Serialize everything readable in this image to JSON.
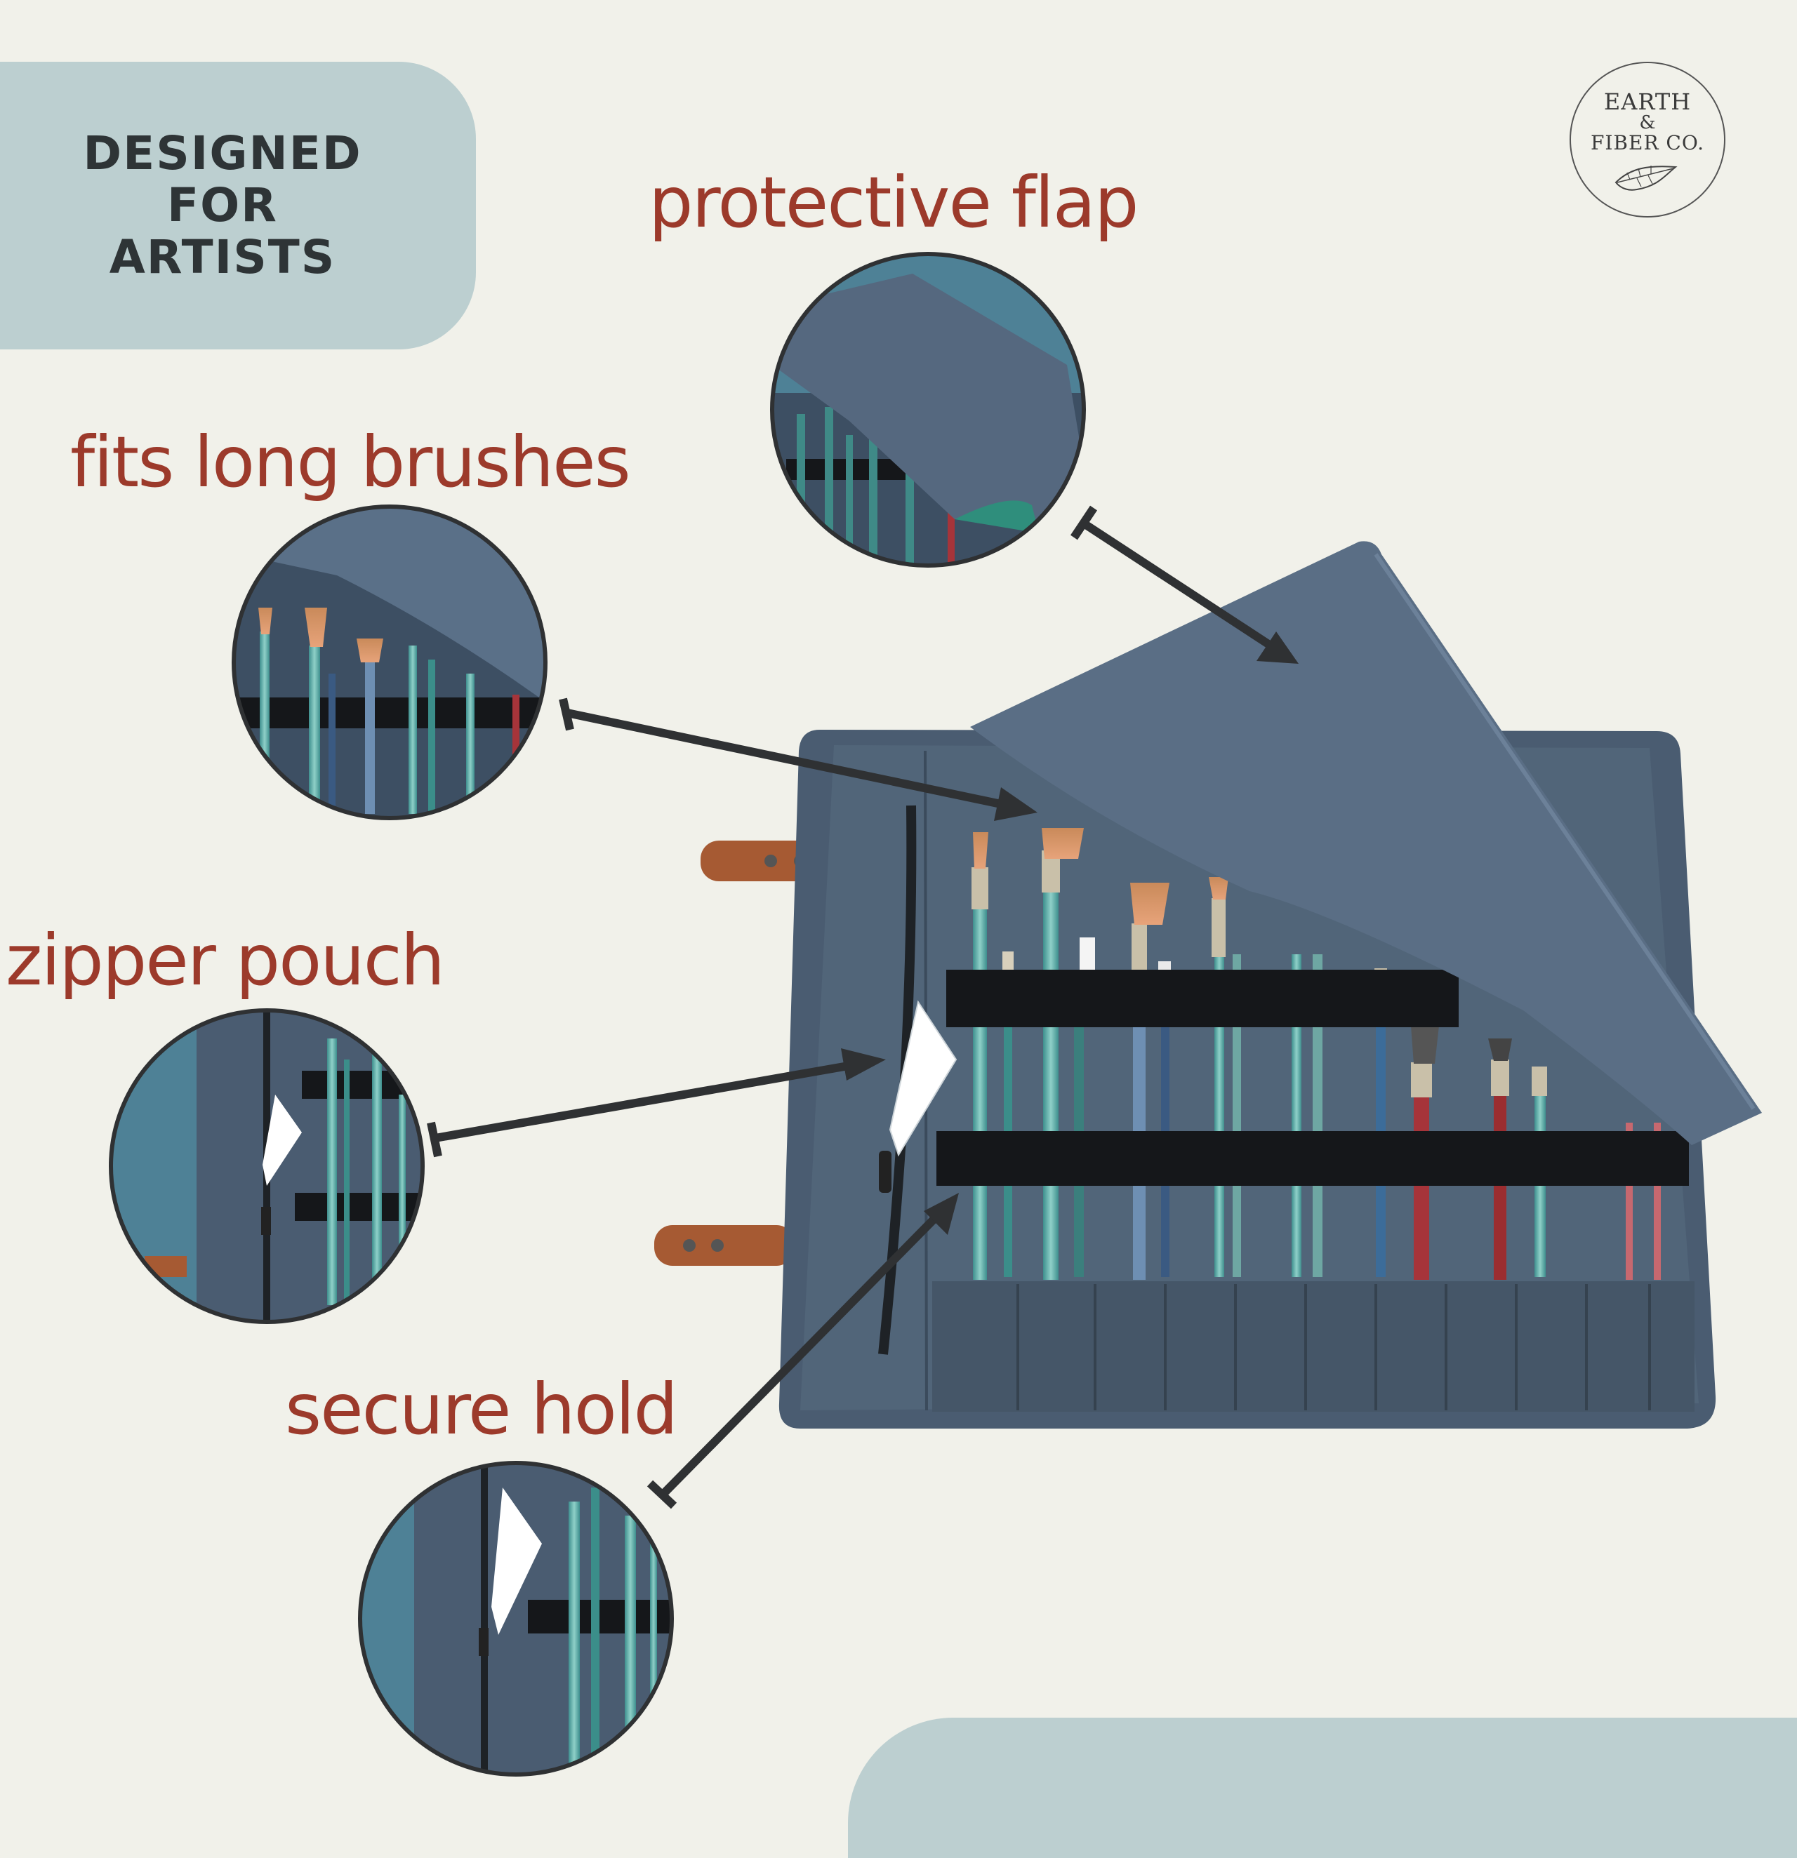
{
  "banner": {
    "line1": "DESIGNED",
    "line2": "FOR",
    "line3": "ARTISTS"
  },
  "logo": {
    "line1": "EARTH",
    "amp": "&",
    "line2": "FIBER CO."
  },
  "callouts": {
    "flap": "protective flap",
    "long": "fits long brushes",
    "zipper": "zipper pouch",
    "hold": "secure hold"
  },
  "colors": {
    "background": "#f1f1ea",
    "panel": "#bccfd0",
    "callout_text": "#9c3a2b",
    "canvas_navy": "#4a5d72",
    "arrow": "#2f3133"
  }
}
